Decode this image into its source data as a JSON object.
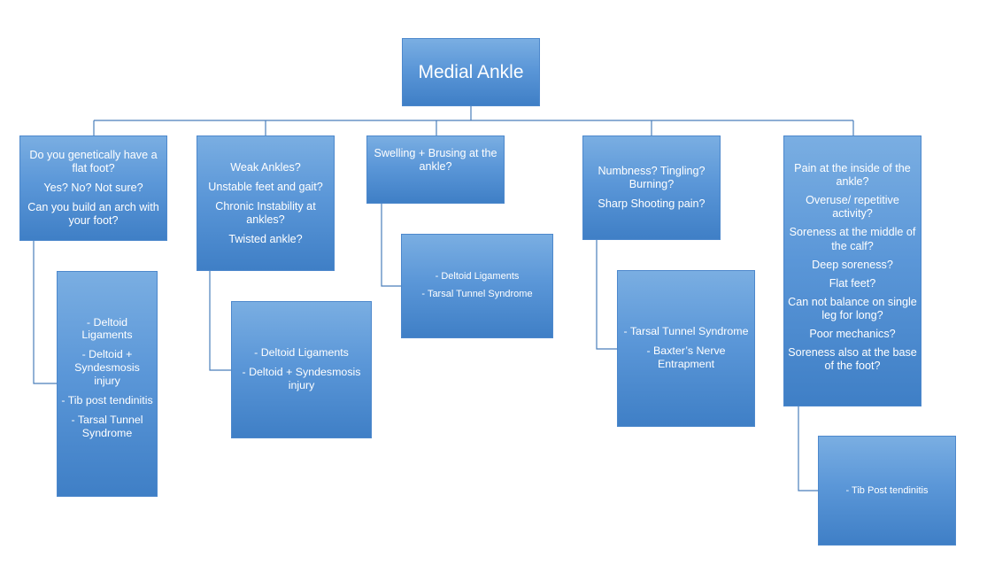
{
  "root": {
    "title": "Medial Ankle"
  },
  "branches": [
    {
      "questions": [
        "Do you genetically have a flat foot?",
        "Yes? No? Not sure?",
        "Can you build an arch with your foot?"
      ],
      "answers": [
        "- Deltoid Ligaments",
        "- Deltoid + Syndesmosis injury",
        "- Tib post tendinitis",
        "- Tarsal Tunnel Syndrome"
      ]
    },
    {
      "questions": [
        "Weak Ankles?",
        "Unstable feet and gait?",
        "Chronic Instability at ankles?",
        "Twisted ankle?"
      ],
      "answers": [
        "- Deltoid Ligaments",
        "- Deltoid + Syndesmosis injury"
      ]
    },
    {
      "questions": [
        "Swelling + Brusing at the ankle?"
      ],
      "answers": [
        "- Deltoid Ligaments",
        "- Tarsal Tunnel Syndrome"
      ]
    },
    {
      "questions": [
        "Numbness? Tingling? Burning?",
        "Sharp Shooting pain?"
      ],
      "answers": [
        "- Tarsal Tunnel Syndrome",
        "- Baxter’s Nerve Entrapment"
      ]
    },
    {
      "questions": [
        "Pain at the inside of the ankle?",
        "Overuse/ repetitive activity?",
        "Soreness at the middle of the calf?",
        "Deep soreness?",
        "Flat feet?",
        "Can not balance on single leg for long?",
        "Poor mechanics?",
        "Soreness also at the base of the foot?"
      ],
      "answers": [
        "- Tib Post tendinitis"
      ]
    }
  ],
  "colors": {
    "box_top": "#7aaee2",
    "box_bottom": "#3f7fc6",
    "connector": "#4a7ebb",
    "text": "#ffffff"
  }
}
